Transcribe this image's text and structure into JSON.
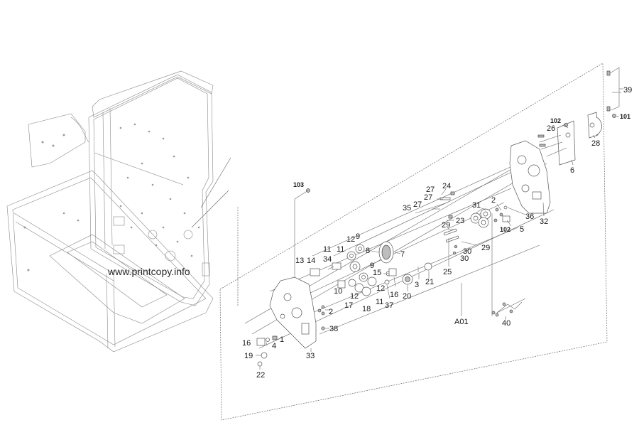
{
  "watermark": "www.printcopy.info",
  "assembly_label": "A01",
  "labels": {
    "l39": "39",
    "l101": "101",
    "l102a": "102",
    "l102b": "102",
    "l103": "103",
    "l26": "26",
    "l28": "28",
    "l6": "6",
    "l32": "32",
    "l36": "36",
    "l5": "5",
    "l2a": "2",
    "l2b": "2",
    "l31": "31",
    "l24": "24",
    "l27a": "27",
    "l27b": "27",
    "l27c": "27",
    "l35": "35",
    "l23": "23",
    "l29a": "29",
    "l29b": "29",
    "l30a": "30",
    "l30b": "30",
    "l25": "25",
    "l7": "7",
    "l8": "8",
    "l9a": "9",
    "l9b": "9",
    "l12a": "12",
    "l12b": "12",
    "l12c": "12",
    "l11a": "11",
    "l11b": "11",
    "l11c": "11",
    "l13": "13",
    "l14": "14",
    "l34": "34",
    "l15": "15",
    "l10": "10",
    "l17": "17",
    "l18": "18",
    "l16a": "16",
    "l16b": "16",
    "l37": "37",
    "l20": "20",
    "l3": "3",
    "l21": "21",
    "l40": "40",
    "l38": "38",
    "l1": "1",
    "l4": "4",
    "l19": "19",
    "l22": "22",
    "l33": "33"
  }
}
